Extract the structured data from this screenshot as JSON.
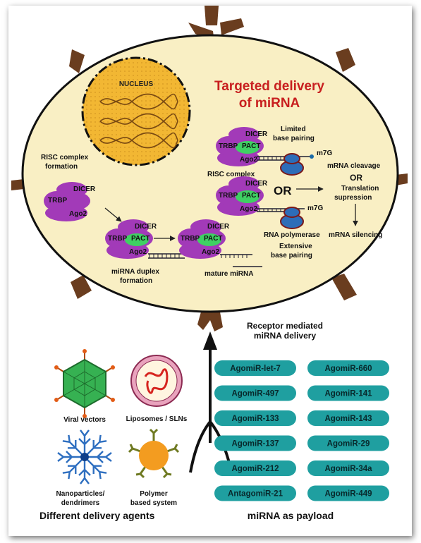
{
  "title": {
    "line1": "Targeted delivery",
    "line2": "of miRNA"
  },
  "nucleus": "NUCLEUS",
  "complex": {
    "dicer": "DICER",
    "trbp": "TRBP",
    "pact": "PACT",
    "ago2": "Ago2"
  },
  "labels": {
    "risc_formation_1": "RISC complex",
    "risc_formation_2": "formation",
    "limited_1": "Limited",
    "limited_2": "base pairing",
    "risc_complex": "RISC complex",
    "m7g_top": "m7G",
    "m7g_bottom": "m7G",
    "or_big": "OR",
    "cleavage": "mRNA cleavage",
    "or_small": "OR",
    "translation_1": "Translation",
    "translation_2": "supression",
    "rna_polymerase": "RNA polymerase",
    "extensive_1": "Extensive",
    "extensive_2": "base pairing",
    "silencing": "mRNA silencing",
    "duplex_1": "miRNA duplex",
    "duplex_2": "formation",
    "mature": "mature miRNA",
    "receptor_1": "Receptor mediated",
    "receptor_2": "miRNA delivery"
  },
  "agents": {
    "viral": "Viral vectors",
    "liposomes": "Liposomes / SLNs",
    "nano_1": "Nanoparticles/",
    "nano_2": "dendrimers",
    "polymer_1": "Polymer",
    "polymer_2": "based system",
    "footer": "Different delivery agents"
  },
  "payload": {
    "left": [
      "AgomiR-let-7",
      "AgomiR-497",
      "AgomiR-133",
      "AgomiR-137",
      "AgomiR-212",
      "AntagomiR-21"
    ],
    "right": [
      "AgomiR-660",
      "AgomiR-141",
      "AgomiR-143",
      "AgomiR-29",
      "AgomiR-34a",
      "AgomiR-449"
    ],
    "footer": "miRNA as payload"
  },
  "colors": {
    "cell": "#f9efc4",
    "nucleus": "#f2b733",
    "purple": "#a23ab8",
    "green": "#3fd063",
    "pill": "#1f9fa0",
    "title": "#c81f1f",
    "root": "#6a3d1f"
  }
}
